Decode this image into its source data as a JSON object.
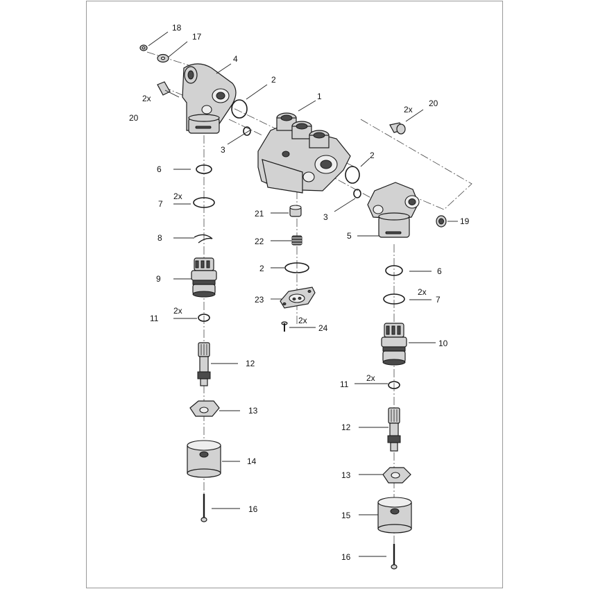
{
  "colors": {
    "line": "#1a1a1a",
    "fill": "#d2d2d2",
    "dark": "#4a4a4a",
    "border": "#999999"
  },
  "labels": {
    "p1": "1",
    "p2": "2",
    "p3": "3",
    "p4": "4",
    "p5": "5",
    "p6": "6",
    "p7": "7",
    "p8": "8",
    "p9": "9",
    "p10": "10",
    "p11": "11",
    "p12": "12",
    "p13": "13",
    "p14": "14",
    "p15": "15",
    "p16": "16",
    "p17": "17",
    "p18": "18",
    "p19": "19",
    "p20": "20",
    "p21": "21",
    "p22": "22",
    "p23": "23",
    "p24": "24",
    "qty2x": "2x"
  }
}
